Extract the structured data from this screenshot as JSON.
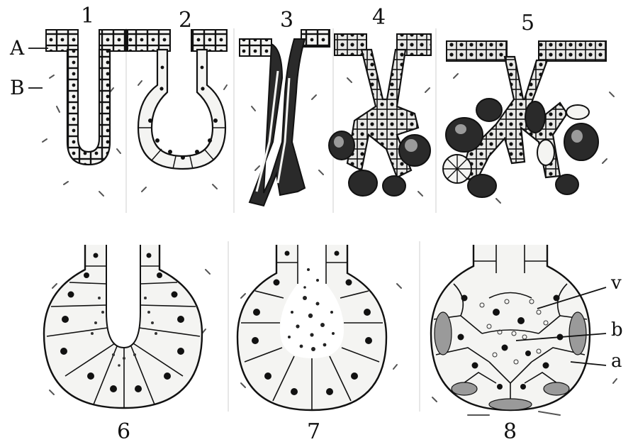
{
  "panel_numbers": [
    "1",
    "2",
    "3",
    "4",
    "5",
    "6",
    "7",
    "8"
  ],
  "labels": {
    "A": "A",
    "B": "B",
    "v": "v",
    "b": "b",
    "a": "a"
  },
  "colors": {
    "ink": "#111111",
    "background": "#ffffff",
    "cell_fill": "#f4f4f2",
    "dark_fill": "#2a2a2a",
    "grey_fill": "#9a9a9a"
  }
}
